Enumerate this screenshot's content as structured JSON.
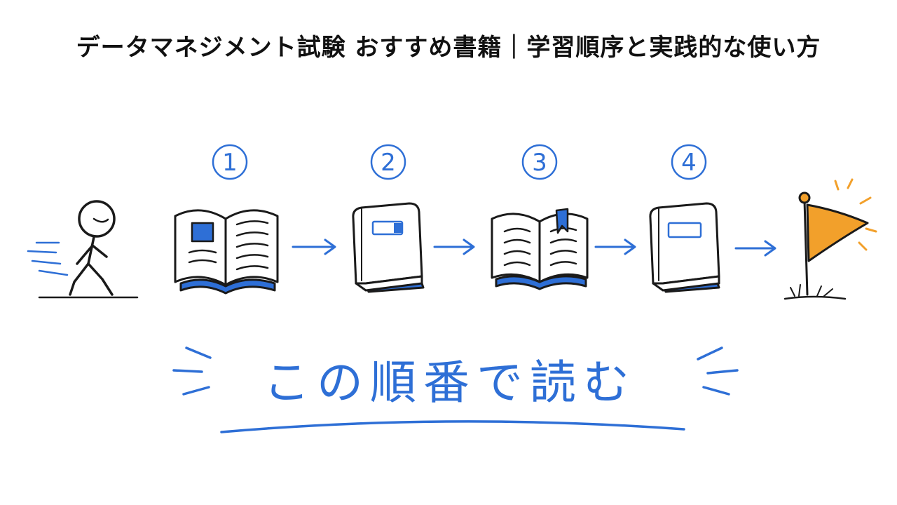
{
  "title": "データマネジメント試験 おすすめ書籍｜学習順序と実践的な使い方",
  "steps": [
    {
      "number": "1"
    },
    {
      "number": "2"
    },
    {
      "number": "3"
    },
    {
      "number": "4"
    }
  ],
  "tagline": "この順番で読む",
  "colors": {
    "ink": "#1a1a1a",
    "accent_blue": "#2e6fd6",
    "flag_orange": "#f2a02b",
    "title": "#111111"
  },
  "icons": {
    "start": "stick-figure-walking-icon",
    "step_1": "open-book-icon",
    "step_2": "closed-book-icon",
    "step_3": "open-book-with-bookmark-icon",
    "step_4": "closed-book-icon",
    "goal": "goal-flag-icon",
    "connector": "arrow-right-icon"
  }
}
